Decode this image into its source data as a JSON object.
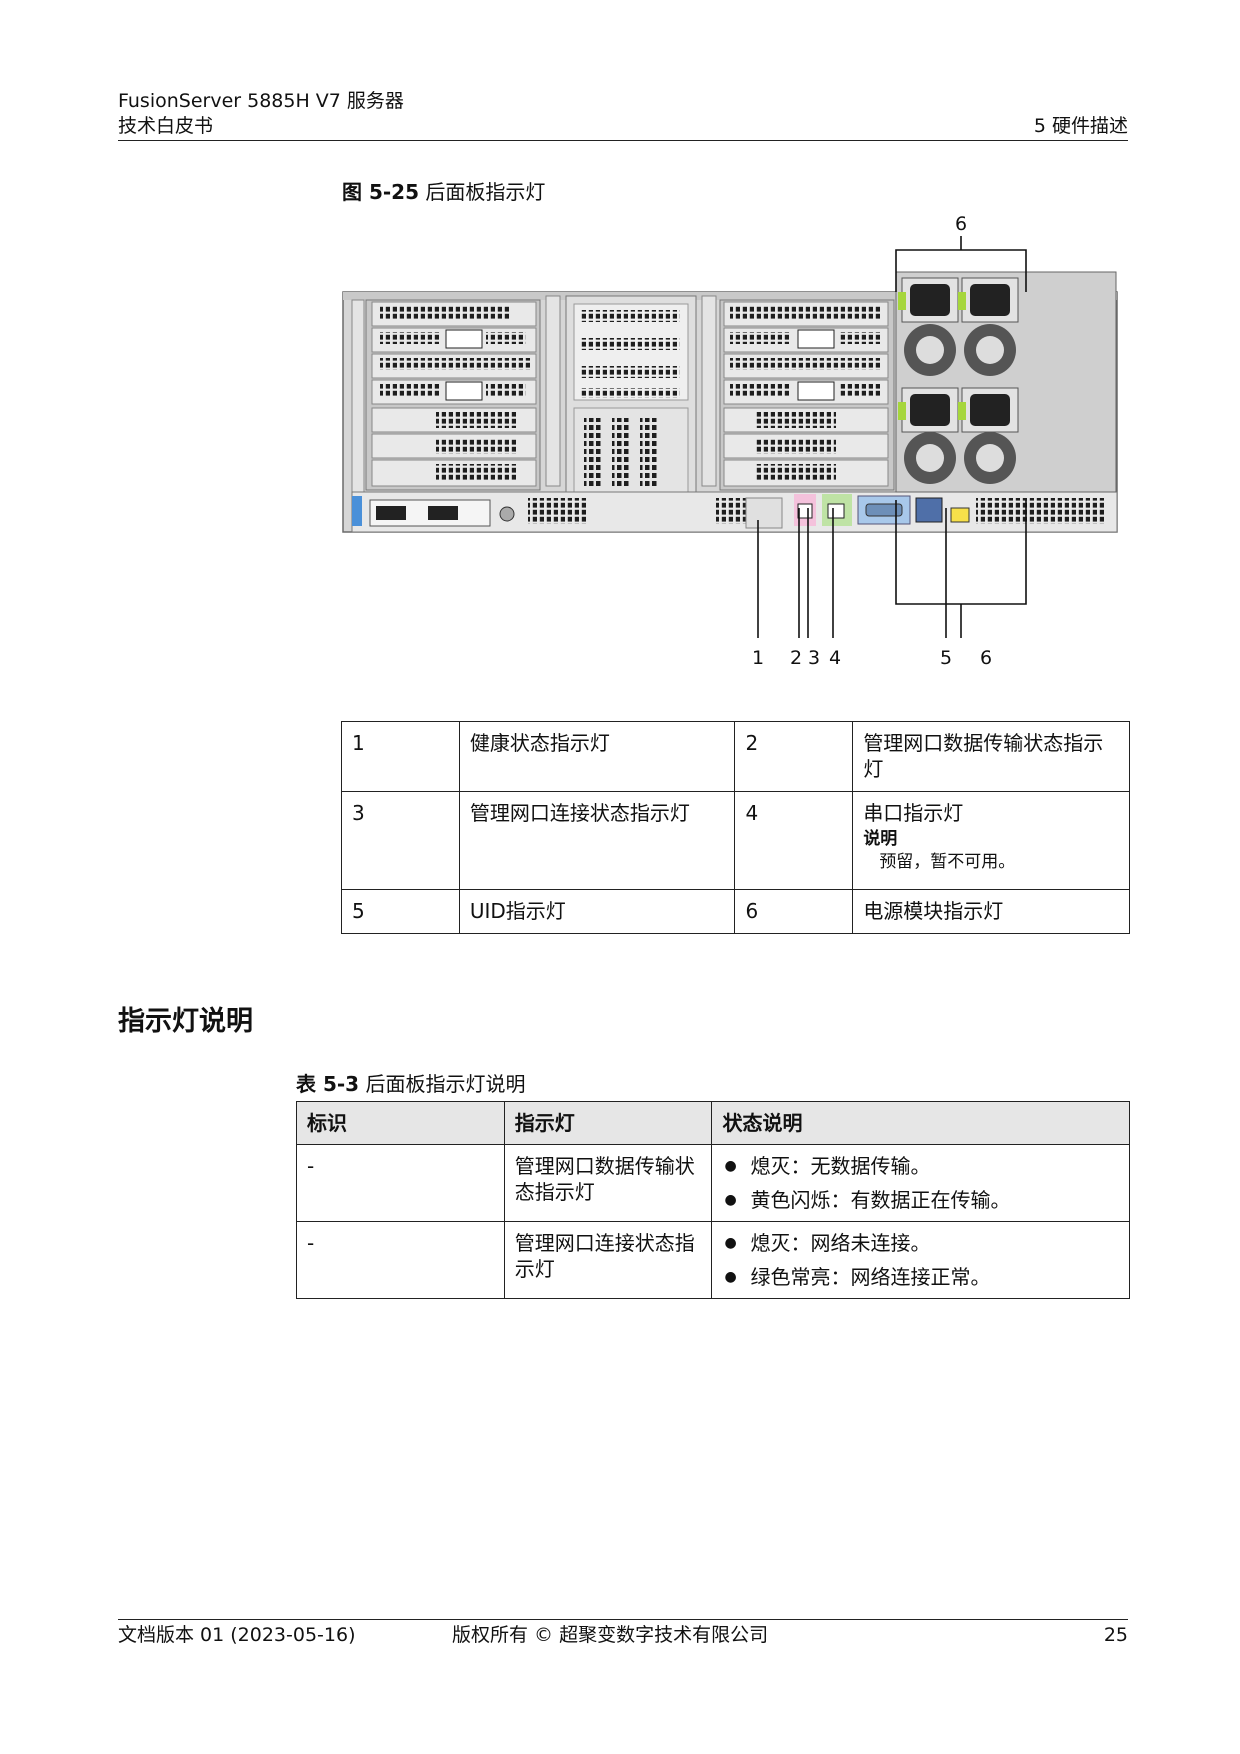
{
  "header": {
    "product": "FusionServer 5885H V7 服务器",
    "doc_type": "技术白皮书",
    "chapter": "5 硬件描述"
  },
  "figure": {
    "number": "图 5-25",
    "title": "后面板指示灯",
    "callouts": [
      "1",
      "2",
      "3",
      "4",
      "5",
      "6",
      "6"
    ]
  },
  "legend_table": {
    "rows": [
      [
        {
          "num": "1",
          "label": "健康状态指示灯"
        },
        {
          "num": "2",
          "label": "管理网口数据传输状态指示灯"
        }
      ],
      [
        {
          "num": "3",
          "label": "管理网口连接状态指示灯"
        },
        {
          "num": "4",
          "label": "串口指示灯",
          "note_title": "说明",
          "note": "预留，暂不可用。"
        }
      ],
      [
        {
          "num": "5",
          "label": "UID指示灯"
        },
        {
          "num": "6",
          "label": "电源模块指示灯"
        }
      ]
    ]
  },
  "section": {
    "title": "指示灯说明"
  },
  "table": {
    "number": "表 5-3",
    "title": "后面板指示灯说明",
    "headers": [
      "标识",
      "指示灯",
      "状态说明"
    ],
    "rows": [
      {
        "id": "-",
        "indicator": "管理网口数据传输状态指示灯",
        "states": [
          "熄灭：无数据传输。",
          "黄色闪烁：有数据正在传输。"
        ]
      },
      {
        "id": "-",
        "indicator": "管理网口连接状态指示灯",
        "states": [
          "熄灭：网络未连接。",
          "绿色常亮：网络连接正常。"
        ]
      }
    ]
  },
  "footer": {
    "version": "文档版本 01 (2023-05-16)",
    "copyright": "版权所有 © 超聚变数字技术有限公司",
    "page": "25"
  }
}
